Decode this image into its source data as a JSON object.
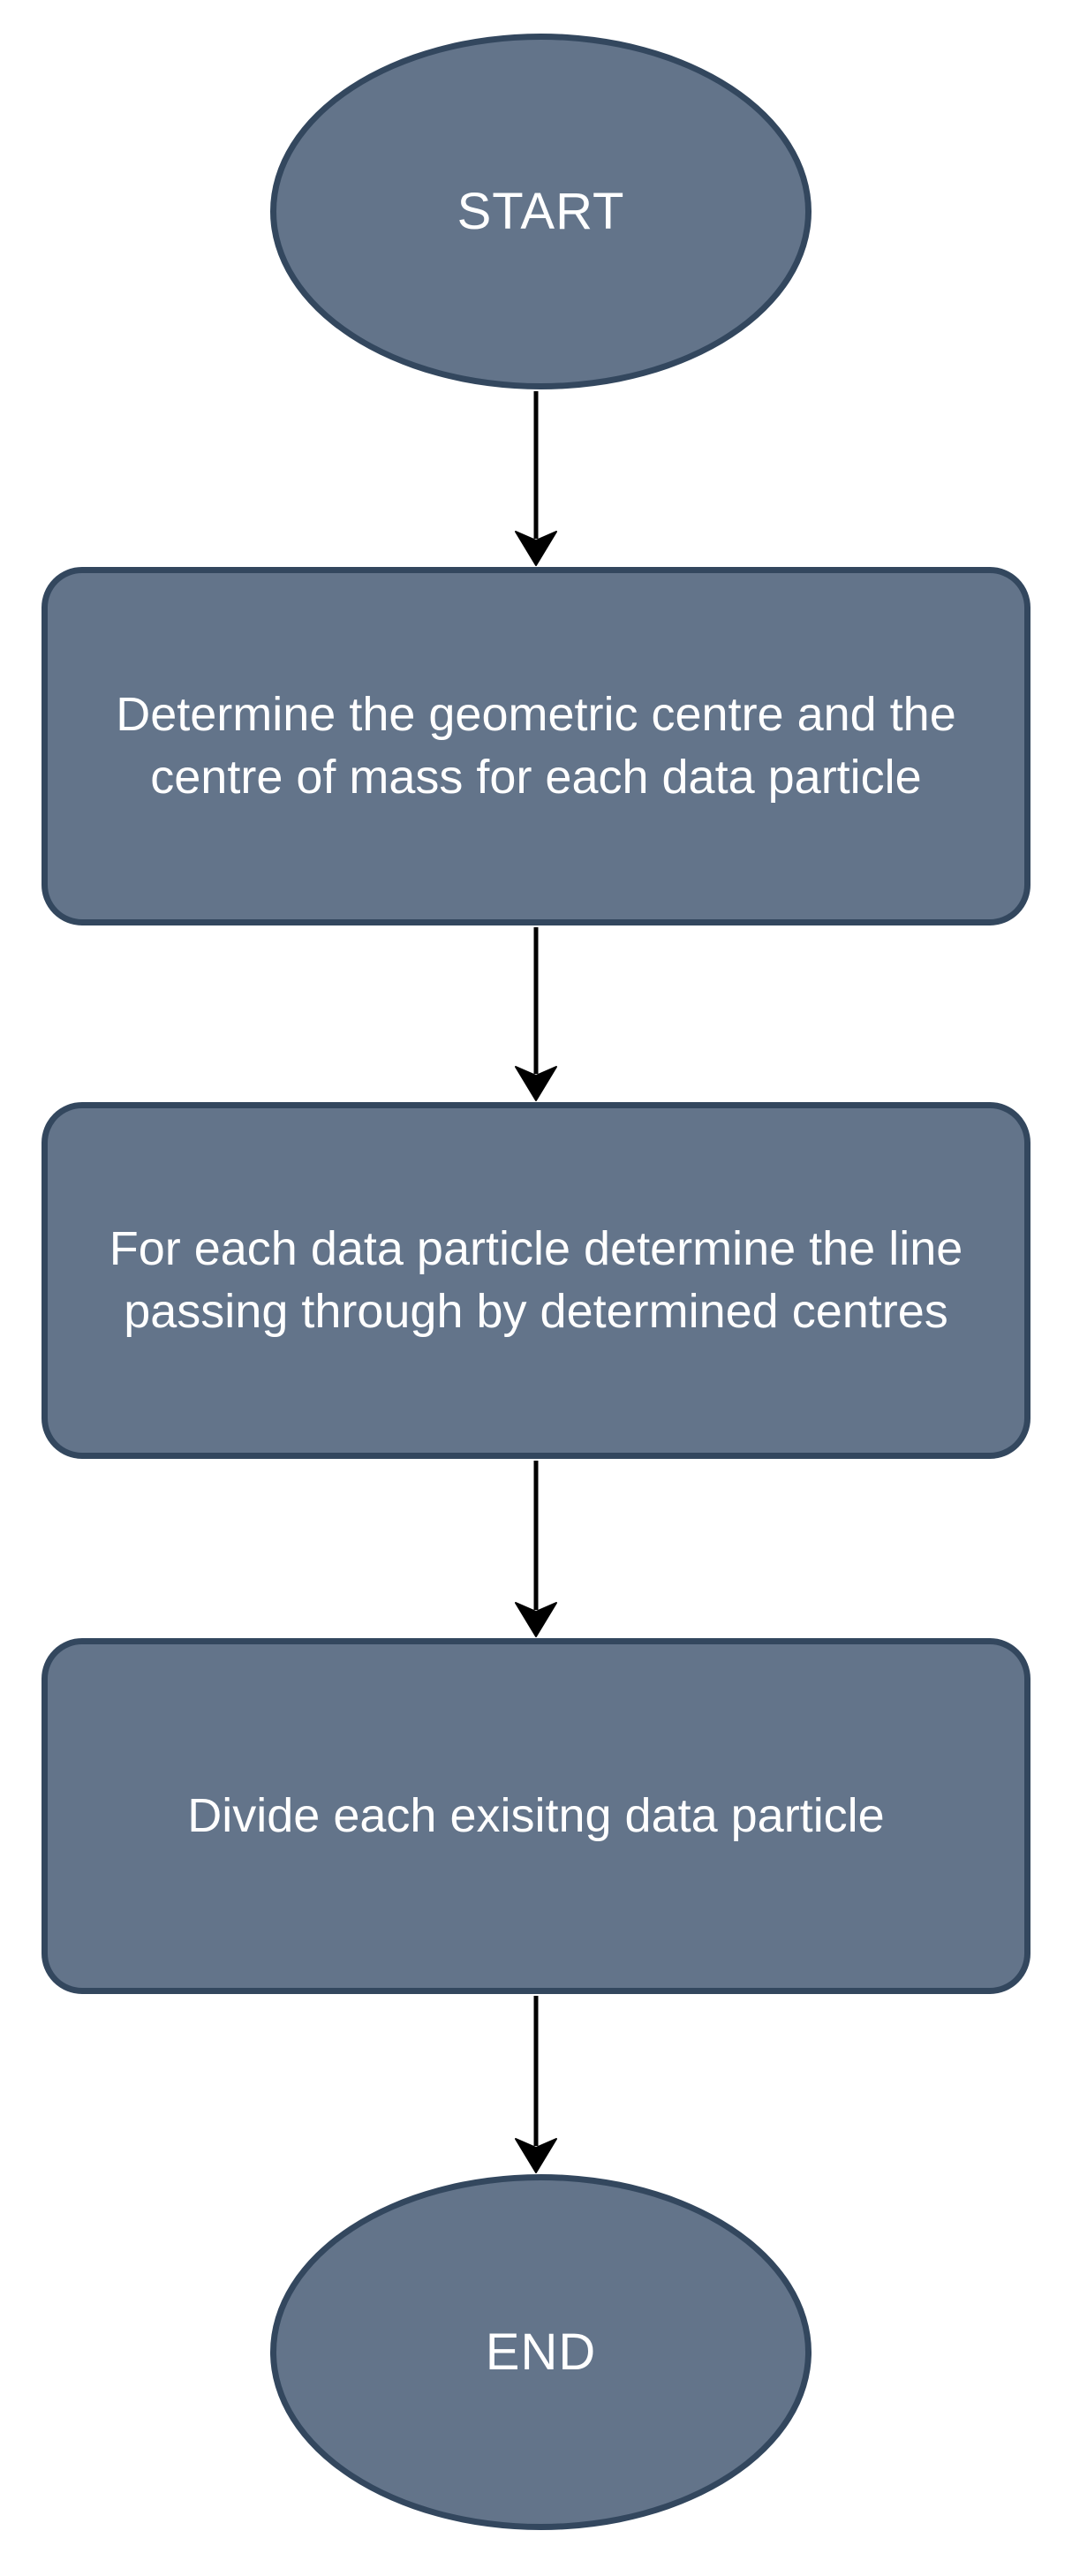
{
  "diagram": {
    "type": "flowchart",
    "orientation": "vertical",
    "colors": {
      "background": "#ffffff",
      "node_fill": "#63748a",
      "node_border": "#33475e",
      "text_color": "#ffffff",
      "arrow_color": "#000000"
    },
    "nodes": [
      {
        "id": "start",
        "shape": "ellipse",
        "label": "START"
      },
      {
        "id": "step-1",
        "shape": "rounded-rect",
        "label": "Determine the geometric centre and the centre of mass for each data particle"
      },
      {
        "id": "step-2",
        "shape": "rounded-rect",
        "label": "For each data particle determine the line passing through by determined centres"
      },
      {
        "id": "step-3",
        "shape": "rounded-rect",
        "label": "Divide each exisitng data particle"
      },
      {
        "id": "end",
        "shape": "ellipse",
        "label": "END"
      }
    ],
    "edges": [
      {
        "from": "start",
        "to": "step-1",
        "style": "arrow-down"
      },
      {
        "from": "step-1",
        "to": "step-2",
        "style": "arrow-down"
      },
      {
        "from": "step-2",
        "to": "step-3",
        "style": "arrow-down"
      },
      {
        "from": "step-3",
        "to": "end",
        "style": "arrow-down"
      }
    ]
  }
}
